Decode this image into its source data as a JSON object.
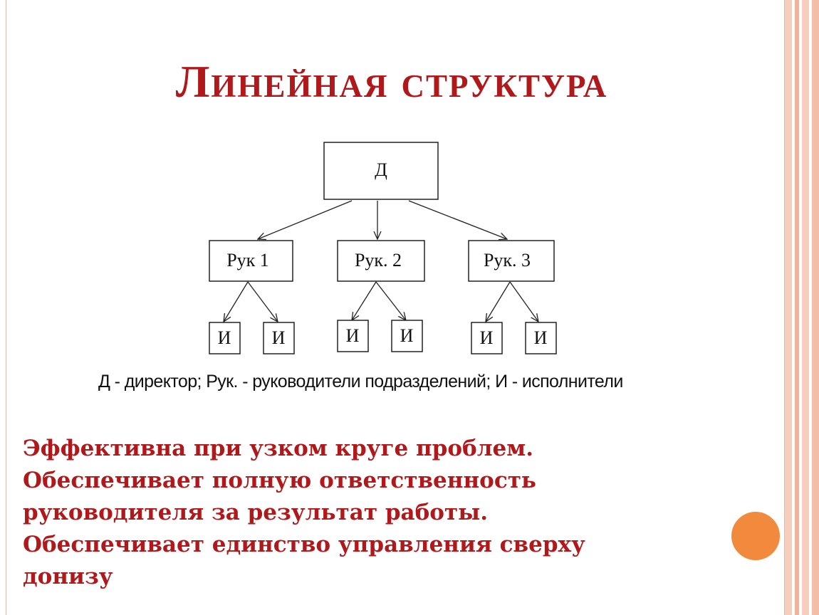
{
  "title": "Линейная структура",
  "diagram": {
    "top": {
      "label": "Д"
    },
    "managers": [
      {
        "label": "Рук 1"
      },
      {
        "label": "Рук. 2"
      },
      {
        "label": "Рук. 3"
      }
    ],
    "executors": [
      {
        "label": "И"
      },
      {
        "label": "И"
      },
      {
        "label": "И"
      },
      {
        "label": "И"
      },
      {
        "label": "И"
      },
      {
        "label": "И"
      }
    ],
    "legend": "Д - директор; Рук. - руководители подразделений; И - исполнители"
  },
  "body_lines": [
    "Эффективна при узком круге проблем.",
    "Обеспечивает полную ответственность",
    "руководителя за результат работы.",
    "Обеспечивает единство управления сверху",
    "донизу"
  ],
  "colors": {
    "title": "#b0191b",
    "body_text": "#b0191b",
    "accent": "#f28a3e",
    "stripes": [
      "#f6c7b4",
      "#f2b39c",
      "#f6c7b4"
    ]
  }
}
